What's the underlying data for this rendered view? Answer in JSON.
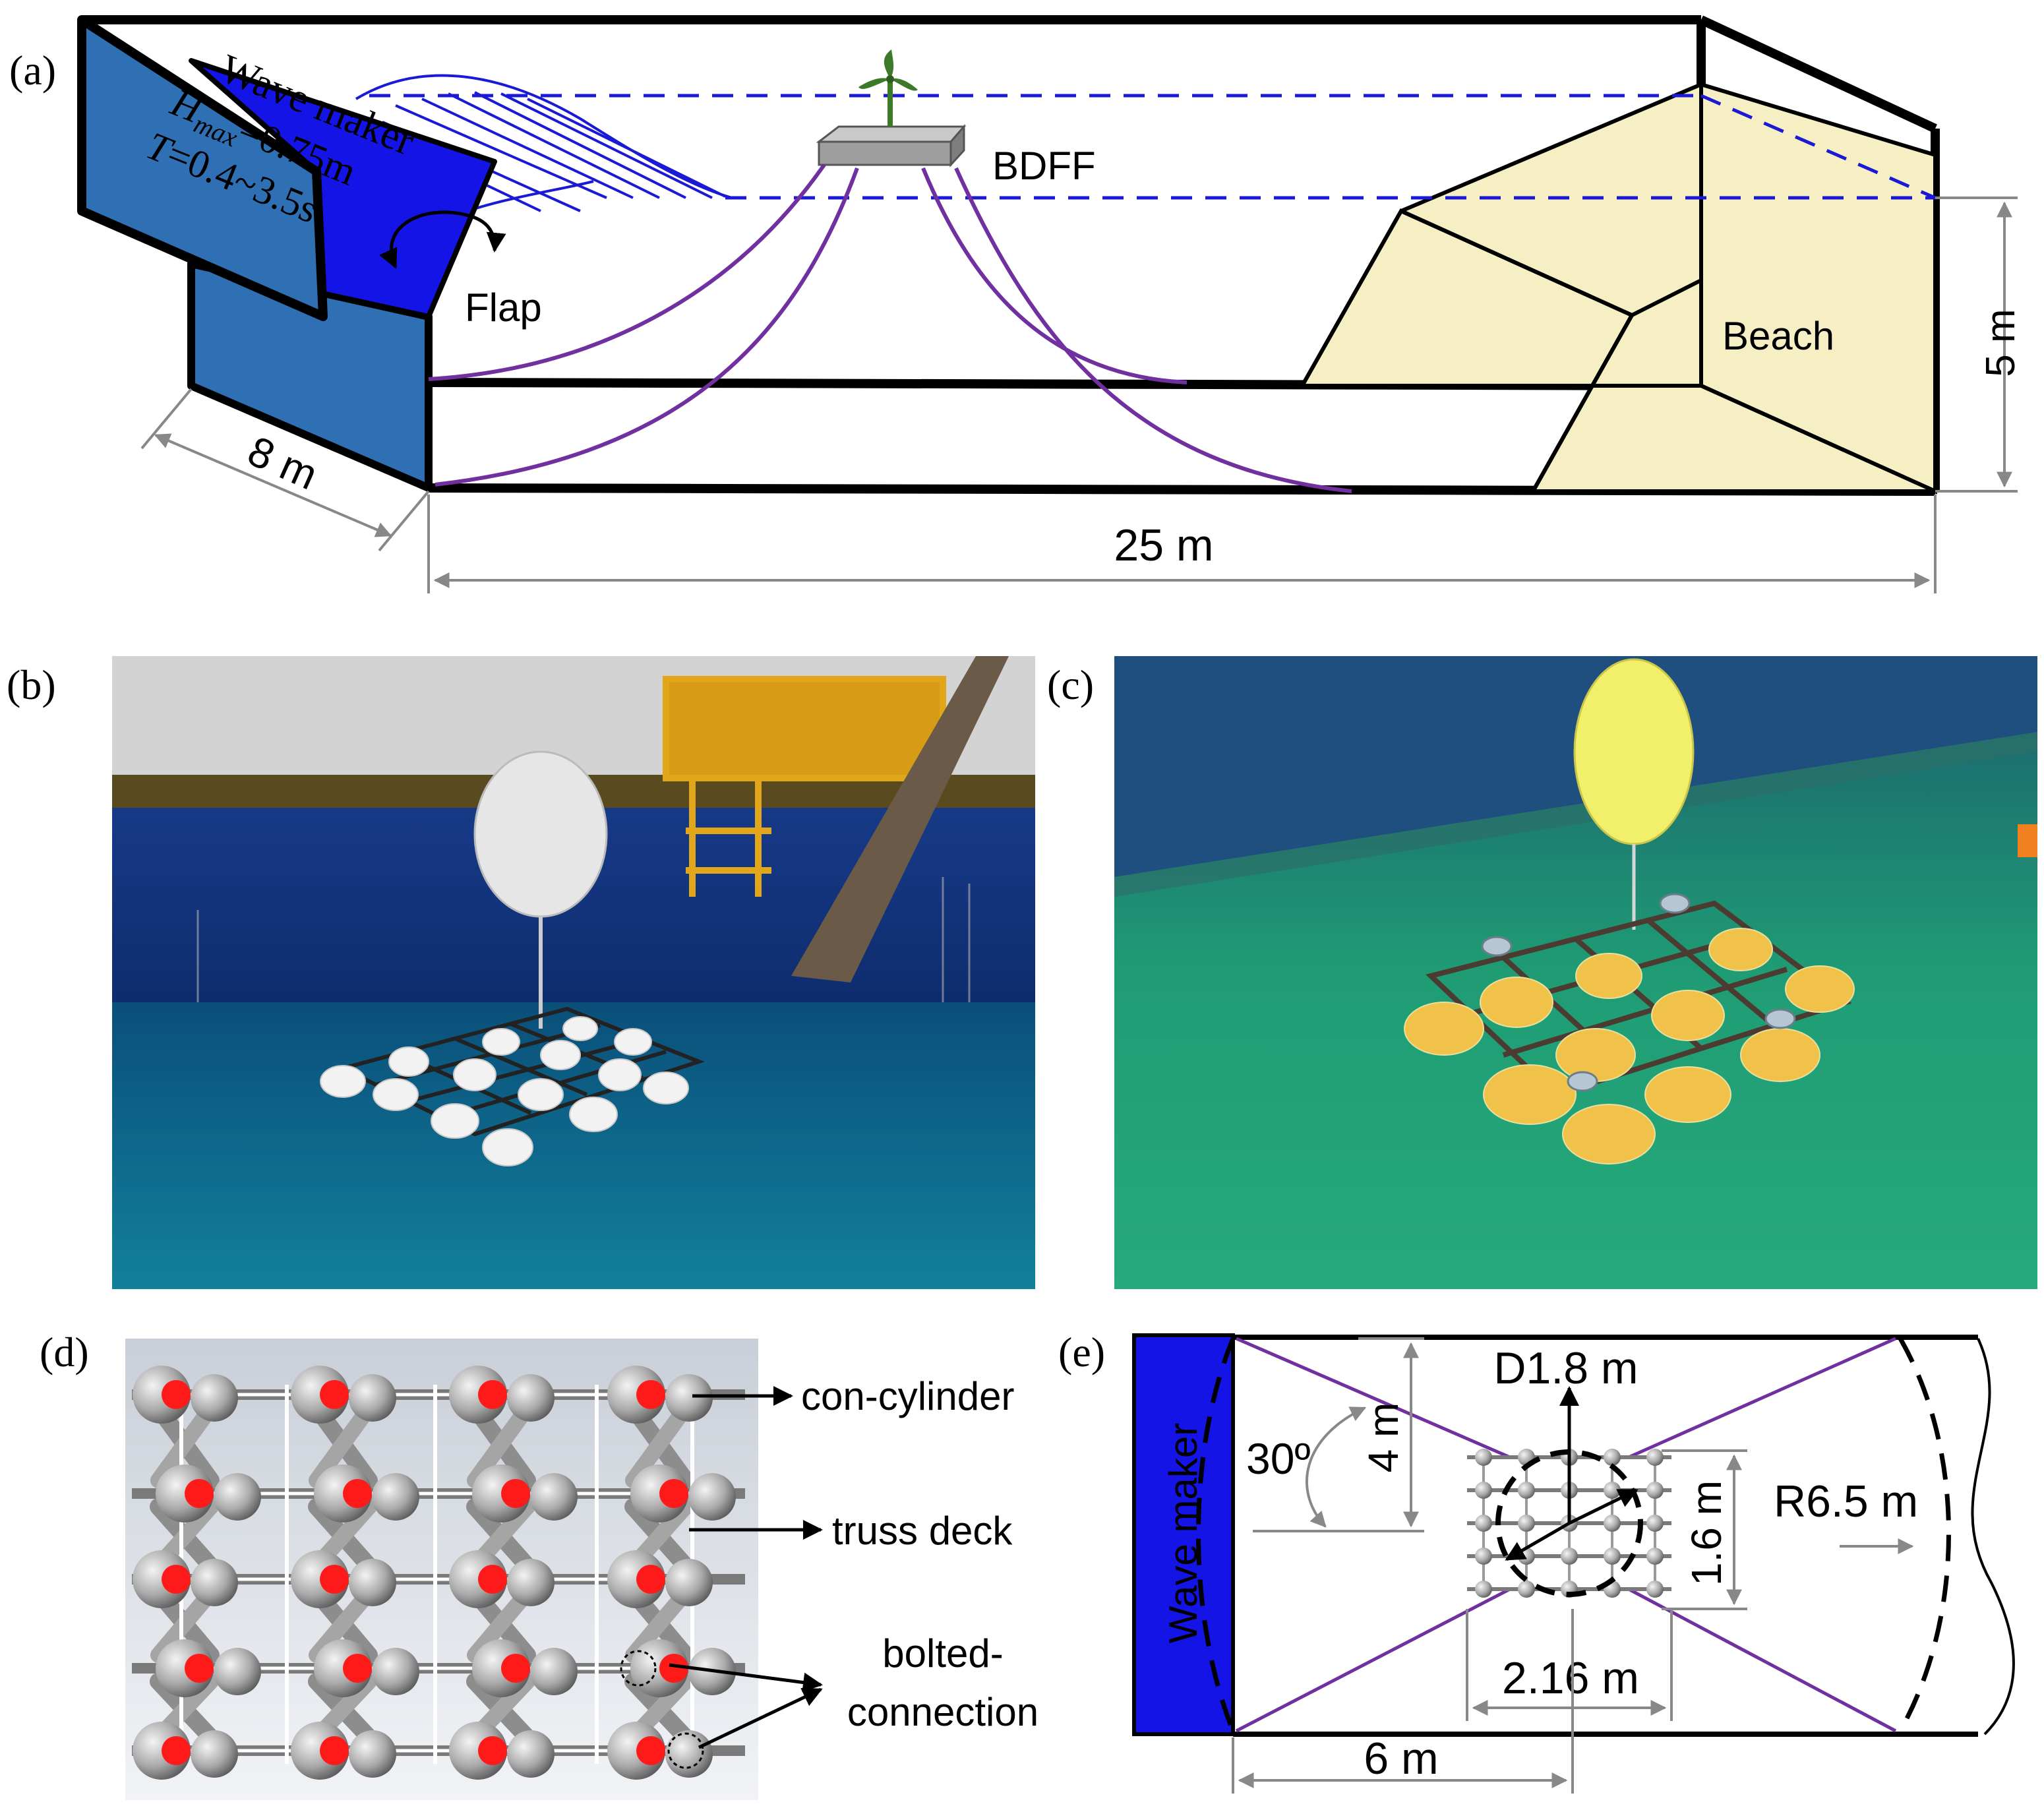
{
  "panel_labels": {
    "a": "(a)",
    "b": "(b)",
    "c": "(c)",
    "d": "(d)",
    "e": "(e)"
  },
  "panel_a": {
    "wave_maker_title": "Wave maker",
    "hmax_symbol": "H",
    "hmax_subscript": "max",
    "hmax_value": "=0.75m",
    "period_symbol": "T",
    "period_value": "=0.4~3.5s",
    "flap_label": "Flap",
    "bdff_label": "BDFF",
    "beach_label": "Beach",
    "width_dim": "8 m",
    "length_dim": "25 m",
    "depth_dim": "5 m"
  },
  "panel_d": {
    "con_cylinder": "con-cylinder",
    "truss_deck": "truss deck",
    "bolted_line1": "bolted-",
    "bolted_line2": "connection"
  },
  "panel_e": {
    "wave_maker_label": "Wave maker",
    "diameter_label": "D1.8 m",
    "angle_label": "30º",
    "four_m": "4 m",
    "one_six_m": "1.6 m",
    "radius_label": "R6.5 m",
    "two_sixteen_m": "2.16 m",
    "six_m": "6 m"
  },
  "colors": {
    "wave_maker_blue": "#2f6fb3",
    "flap_blue": "#1414e6",
    "water_dash": "#1a1ad6",
    "mooring_purple": "#7030a0",
    "beach_fill": "#f7efc4",
    "deck_red": "#ff1a1a",
    "photo_b_wall": "#1a3f8f",
    "photo_c_water": "#1f9c74"
  }
}
